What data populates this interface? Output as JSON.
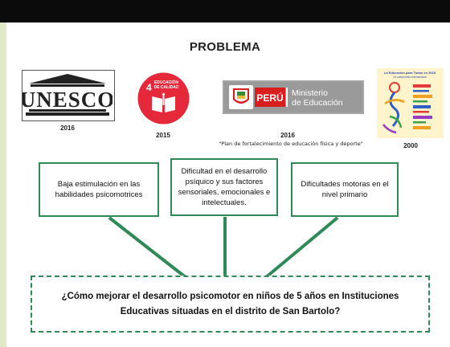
{
  "title": "PROBLEMA",
  "logos": {
    "unesco": {
      "wordmark": "UNESCO",
      "year": "2016"
    },
    "sdg": {
      "number": "4",
      "line1": "EDUCACIÓN",
      "line2": "DE CALIDAD",
      "year": "2015",
      "color": "#e5283a"
    },
    "minedu": {
      "country": "PERÚ",
      "line1": "Ministerio",
      "line2": "de Educación",
      "year": "2016",
      "caption": "\"Plan de fortalecimiento de educación física y deporte\"",
      "accent": "#d81e1e"
    },
    "efa": {
      "title": "La Educación para Todos en 2015",
      "subtitle": "Un compromiso internacional",
      "year": "2000"
    }
  },
  "boxes": [
    "Baja estimulación en las habilidades psicomotrices",
    "Dificultad en el desarrollo psíquico y sus factores sensoriales, emocionales e intelectuales.",
    "Dificultades motoras en el nivel primario"
  ],
  "question": "¿Cómo mejorar el desarrollo psicomotor en niños de 5 años en Instituciones Educativas situadas en el distrito de San Bartolo?",
  "colors": {
    "border": "#2f8a57",
    "topbar": "#0b0b0b"
  }
}
